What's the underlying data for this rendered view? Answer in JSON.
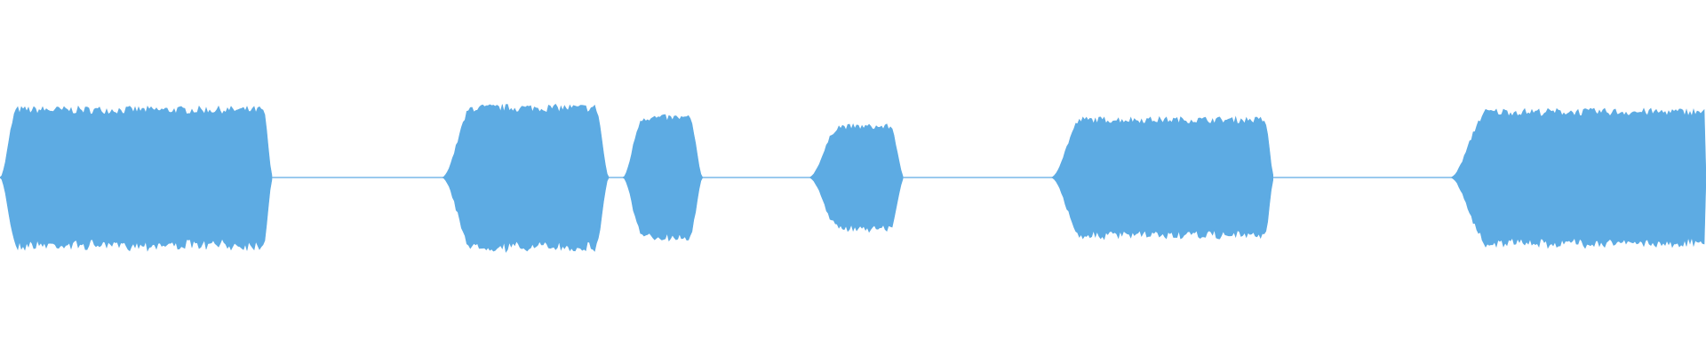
{
  "waveform": {
    "color": "#5dabe3",
    "background": "#ffffff",
    "segments": [
      {
        "start": 0.0,
        "end": 0.16,
        "amplitude": 0.68,
        "rise": 0.01,
        "fall": 0.006
      },
      {
        "start": 0.259,
        "end": 0.357,
        "amplitude": 0.7,
        "rise": 0.018,
        "fall": 0.008
      },
      {
        "start": 0.365,
        "end": 0.412,
        "amplitude": 0.6,
        "rise": 0.012,
        "fall": 0.008
      },
      {
        "start": 0.474,
        "end": 0.53,
        "amplitude": 0.51,
        "rise": 0.018,
        "fall": 0.008
      },
      {
        "start": 0.616,
        "end": 0.747,
        "amplitude": 0.58,
        "rise": 0.018,
        "fall": 0.006
      },
      {
        "start": 0.85,
        "end": 1.0,
        "amplitude": 0.66,
        "rise": 0.022,
        "fall": 0.0
      }
    ]
  }
}
